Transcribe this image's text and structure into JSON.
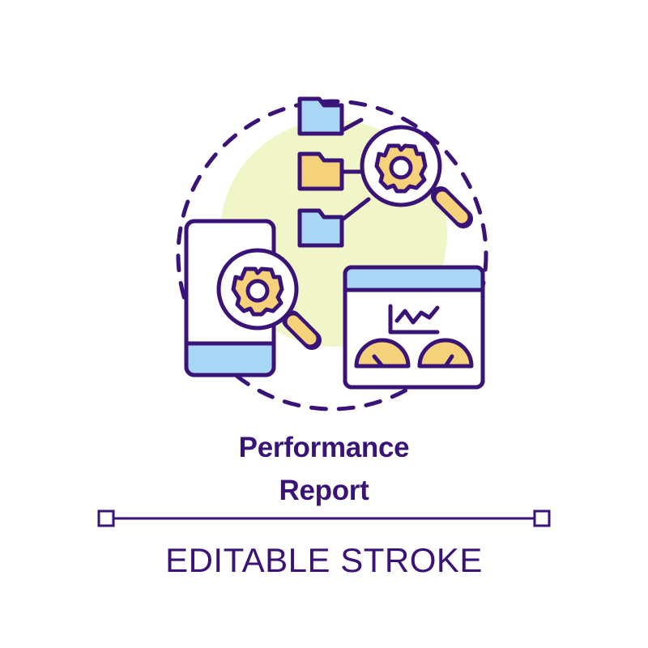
{
  "title": [
    "Performance",
    "Report"
  ],
  "subtitle": "EDITABLE STROKE",
  "colors": {
    "outline": "#3a1378",
    "blue_fill": "#a9d6f5",
    "yellow_fill": "#f5d27a",
    "backdrop_circle": "#f1f6c9",
    "background": "#ffffff"
  },
  "icons": [
    "dashed-circle-frame",
    "folder-icon",
    "magnifier-gear-icon",
    "smartphone-icon",
    "dashboard-window-icon",
    "line-chart-icon",
    "speedometer-gauge-icon"
  ]
}
